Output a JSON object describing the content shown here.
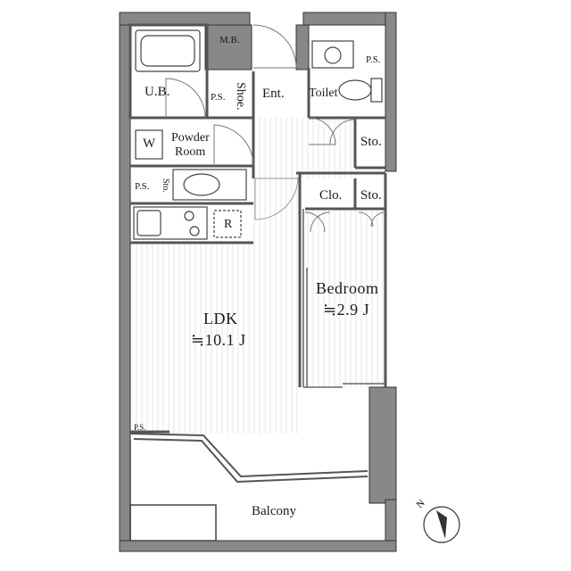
{
  "rooms": {
    "mb": "M.B.",
    "ub": "U.B.",
    "ps_top_left": "P.S.",
    "ps_top_right": "P.S.",
    "ps_mid": "P.S.",
    "ps_bottom": "P.S.",
    "shoe": "Shoe.",
    "ent": "Ent.",
    "toilet": "Toilet",
    "sto_right": "Sto.",
    "sto_bed": "Sto.",
    "sto_small": "Sto.",
    "clo": "Clo.",
    "washer": "W",
    "powder_room": [
      "Powder",
      "Room"
    ],
    "fridge": "R",
    "bedroom": {
      "name": "Bedroom",
      "size": "≒2.9 J"
    },
    "ldk": {
      "name": "LDK",
      "size": "≒10.1 J"
    },
    "balcony": "Balcony"
  },
  "compass": {
    "label": "N",
    "icon": "compass-icon"
  }
}
